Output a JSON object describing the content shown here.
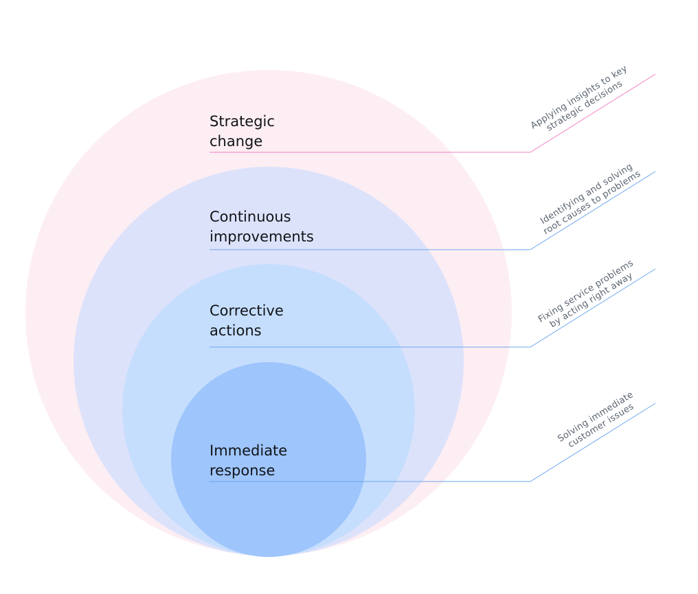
{
  "diagram": {
    "layers": [
      {
        "label_lines": [
          "Strategic",
          "change"
        ],
        "note_lines": [
          "Applying insights to key",
          "strategic decisions"
        ],
        "fill": "#fdeef3",
        "line_color": "#f07fc0"
      },
      {
        "label_lines": [
          "Continuous",
          "improvements"
        ],
        "note_lines": [
          "Identifying and solving",
          "root causes to problems"
        ],
        "fill": "#dde2fb",
        "line_color": "#6aa6ec"
      },
      {
        "label_lines": [
          "Corrective",
          "actions"
        ],
        "note_lines": [
          "Fixing service problems",
          "by acting right away"
        ],
        "fill": "#c6defd",
        "line_color": "#6aa6ec"
      },
      {
        "label_lines": [
          "Immediate",
          "response"
        ],
        "note_lines": [
          "Solving immediate",
          "customer issues"
        ],
        "fill": "#9ec5fc",
        "line_color": "#6aa6ec"
      }
    ]
  }
}
